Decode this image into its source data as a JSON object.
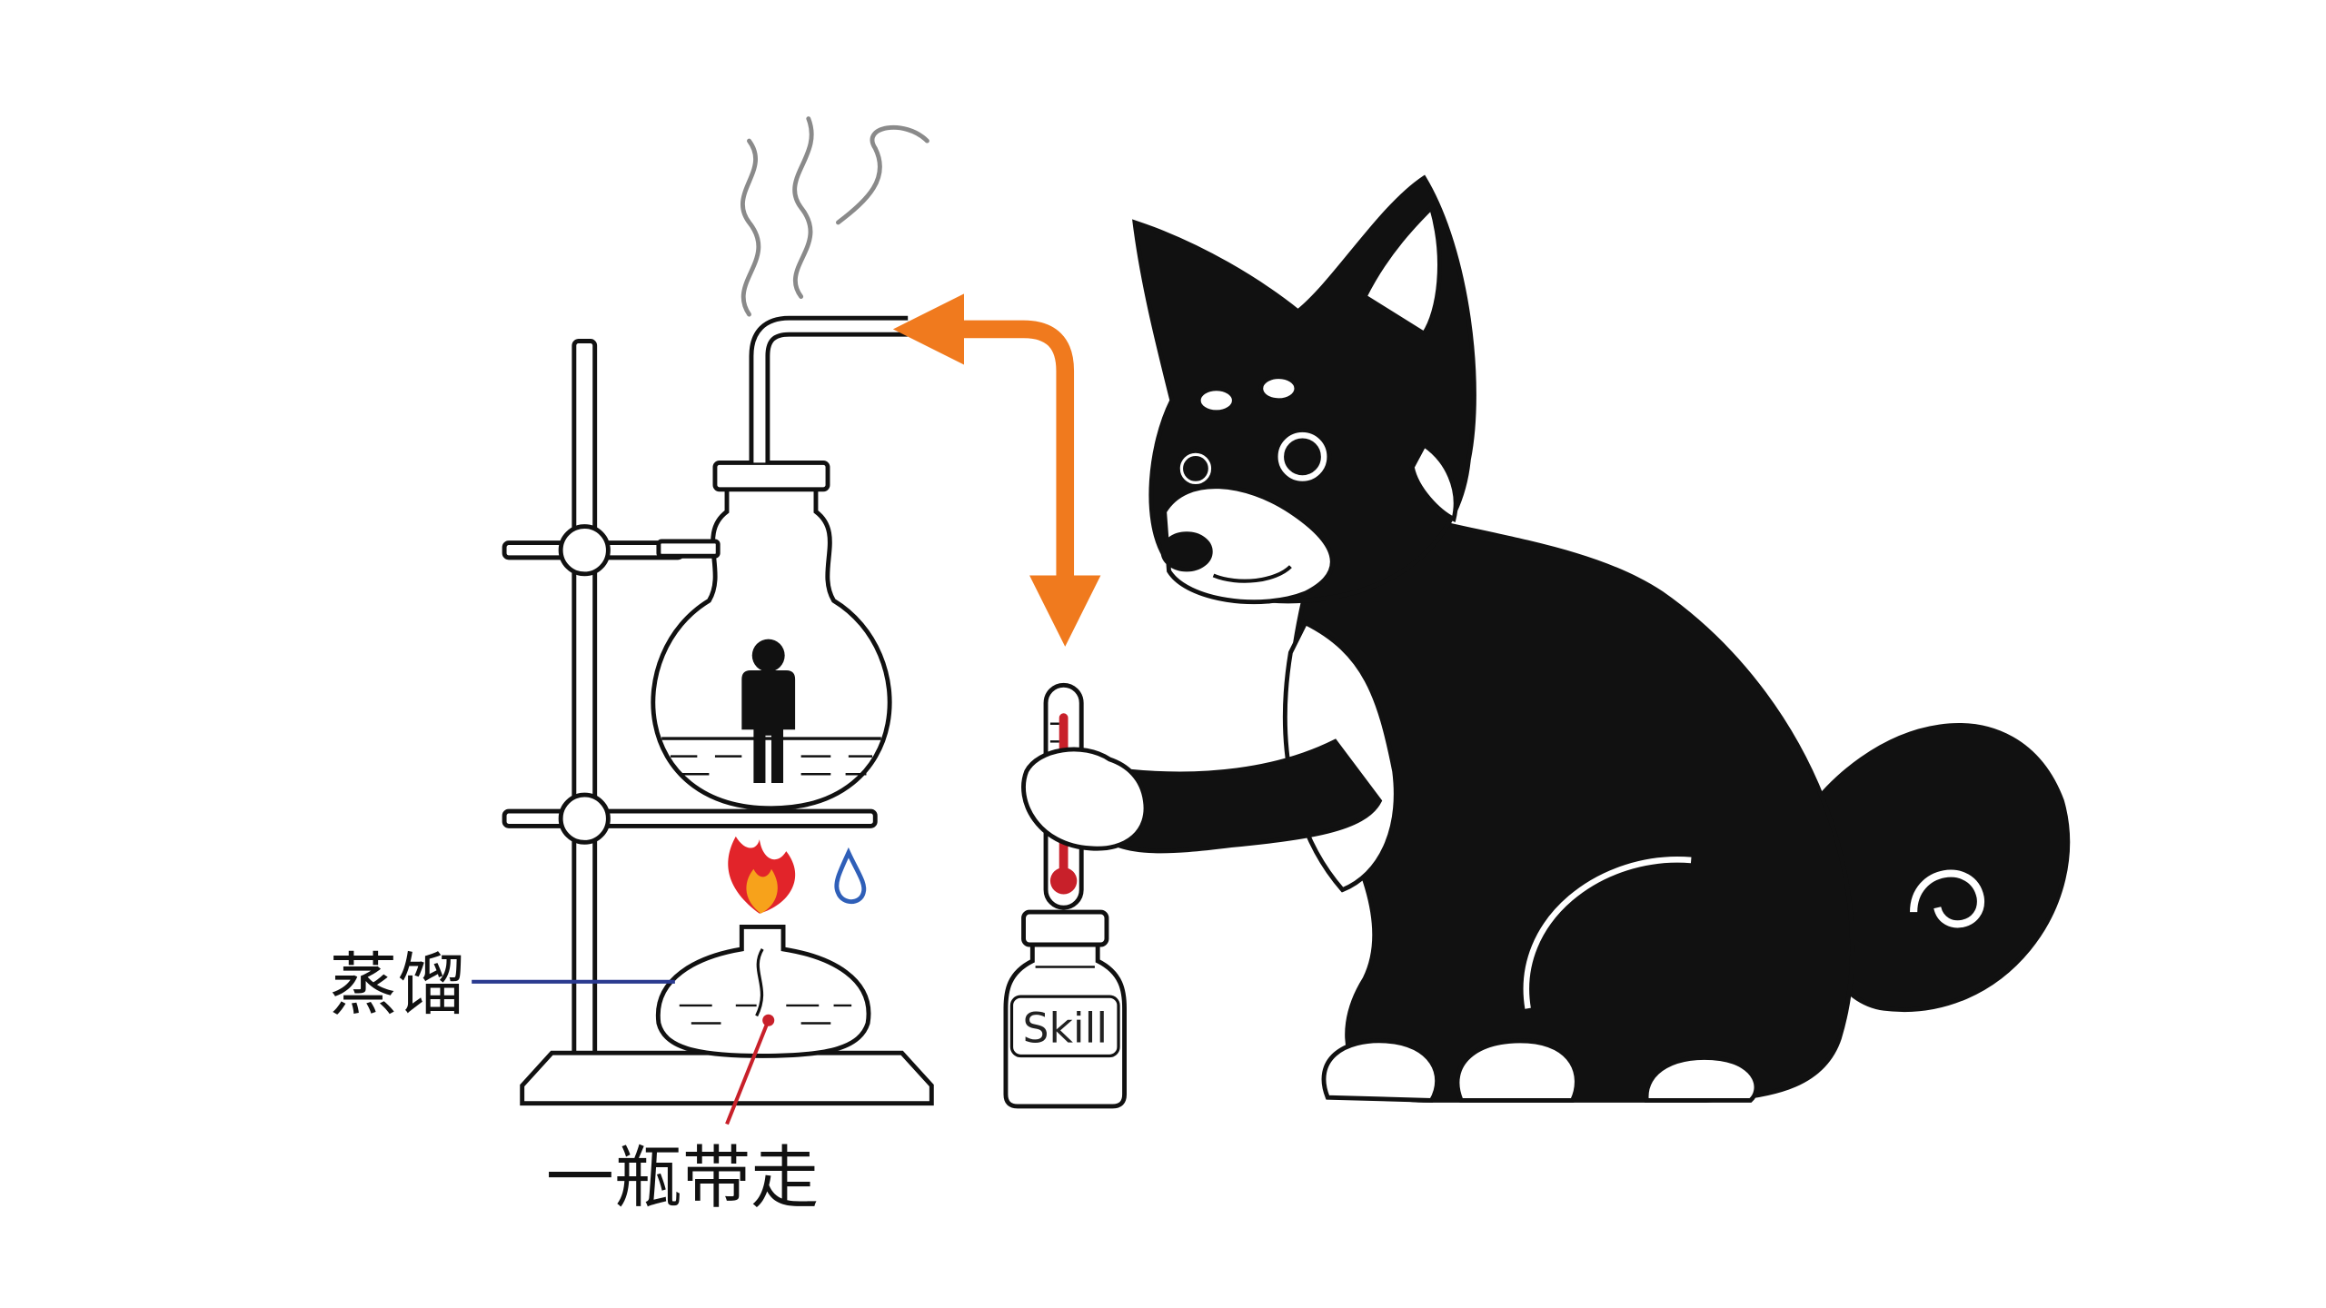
{
  "labels": {
    "distill": "蒸馏",
    "take_away": "一瓶带走",
    "bottle": "Skill"
  },
  "colors": {
    "background": "#ffffff",
    "ink": "#111111",
    "arrow": "#f07a1e",
    "flame_outer": "#e2242a",
    "flame_inner": "#f7a21b",
    "thermo_liquid": "#c8202a",
    "pointer_blue": "#2a3a8f",
    "pointer_red": "#c8202a",
    "droplet": "#2f5fb8",
    "steam": "#8a8a8a"
  },
  "icons": [
    "retort-stand",
    "round-bottom-flask",
    "person-icon",
    "alcohol-burner",
    "flame-icon",
    "water-drop-icon",
    "steam",
    "thermometer",
    "skill-bottle",
    "shiba-dog",
    "orange-arrow"
  ]
}
